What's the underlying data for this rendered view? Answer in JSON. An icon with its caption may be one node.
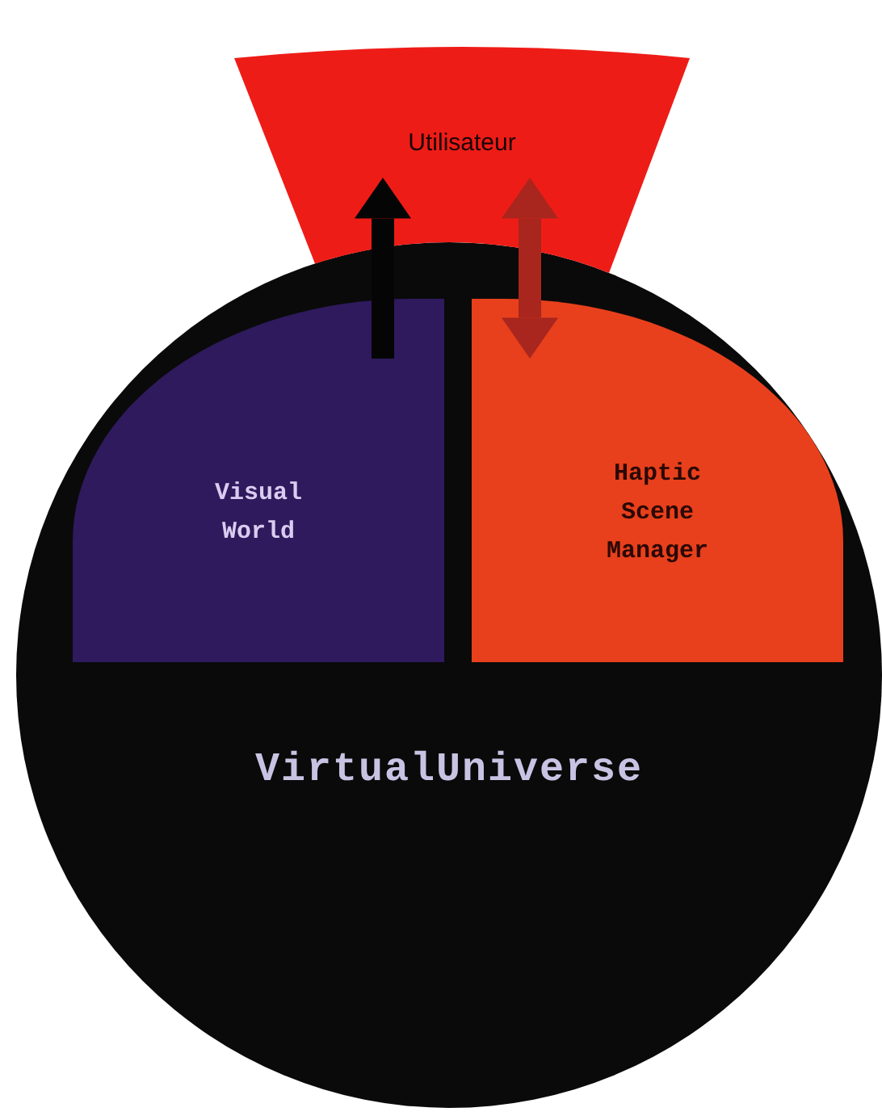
{
  "diagram": {
    "nodes": [
      {
        "text": [
          "Utilisateur"
        ]
      },
      {
        "text": [
          "VirtualUniverse"
        ]
      },
      {
        "text": [
          "Visual World"
        ],
        "in": 1
      },
      {
        "text": [
          "Haptic Scene Manager"
        ],
        "in": 1
      }
    ],
    "edges": [
      {
        "from": 2,
        "to": 0,
        "arrow": "to"
      },
      {
        "from": 3,
        "to": 0,
        "arrow": "both",
        "color": "#a8261d"
      }
    ]
  }
}
